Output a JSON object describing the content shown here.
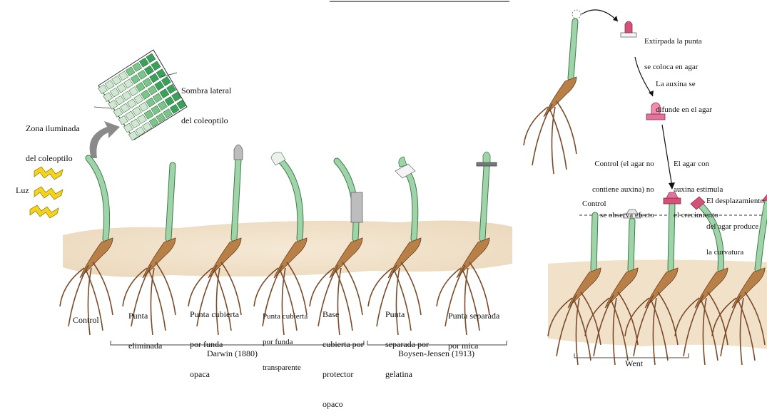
{
  "left_panel": {
    "light_label": "Luz",
    "illuminated_zone": [
      "Zona iluminada",
      "del coleoptilo"
    ],
    "shadow_side": [
      "Sombra lateral",
      "del coleoptilo"
    ],
    "experiments": [
      {
        "label": [
          "Control"
        ]
      },
      {
        "label": [
          "Punta",
          "eliminada"
        ]
      },
      {
        "label": [
          "Punta cubierta",
          "por funda",
          "opaca"
        ]
      },
      {
        "label": [
          "Punta cubierta",
          "por funda",
          "transparente"
        ]
      },
      {
        "label": [
          "Base",
          "cubierta por",
          "protector",
          "opaco"
        ]
      },
      {
        "label": [
          "Punta",
          "separada por",
          "gelatina"
        ]
      },
      {
        "label": [
          "Punta separada",
          "por mica"
        ]
      }
    ],
    "groups": {
      "darwin": "Darwin (1880)",
      "boysen_jensen": "Boysen-Jensen (1913)"
    }
  },
  "right_panel": {
    "step1": [
      "Extirpada la punta",
      "se coloca en agar"
    ],
    "step2": [
      "La auxina se",
      "difunde en el agar"
    ],
    "control_note": [
      "Control (el agar no",
      "contiene auxina) no",
      "se observa efecto"
    ],
    "stimulus_note": [
      "El agar con",
      "auxina estimula",
      "el crecimiento"
    ],
    "displacement_note": [
      "El desplazamiento",
      "del agar produce",
      "la curvatura"
    ],
    "control_label": "Control",
    "group_label": "Went"
  },
  "colors": {
    "coleoptile": "#9fd4a8",
    "coleoptile_outline": "#3e7a4c",
    "soil": "#f0e0c8",
    "seed": "#b87f47",
    "agar_auxin": "#d4527a",
    "agar_plain": "#f2f2f2",
    "light_arrow": "#f4d21e",
    "curve_arrow": "#8a8a8a",
    "cell_shadow": "#3aa15a",
    "cell_light": "#cfe8cf"
  }
}
